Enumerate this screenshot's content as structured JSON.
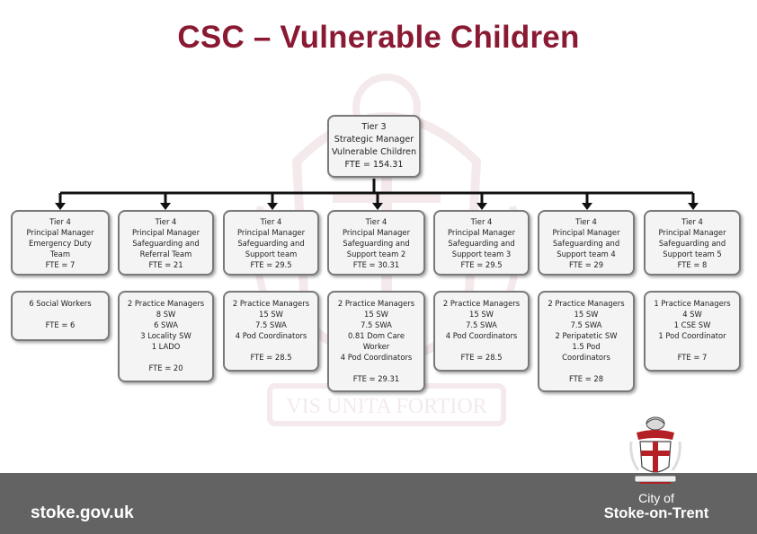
{
  "title": "CSC – Vulnerable Children",
  "tier3": {
    "lines": [
      "Tier 3",
      "Strategic Manager",
      "Vulnerable Children",
      "FTE = 154.31"
    ]
  },
  "teams": [
    {
      "lines": [
        "Tier 4",
        "Principal Manager",
        "Emergency Duty",
        "Team",
        "FTE = 7"
      ],
      "staff": [
        "6 Social Workers"
      ],
      "fte": "FTE = 6"
    },
    {
      "lines": [
        "Tier 4",
        "Principal Manager",
        "Safeguarding and",
        "Referral Team",
        "FTE = 21"
      ],
      "staff": [
        "2 Practice Managers",
        "8 SW",
        "6 SWA",
        "3 Locality SW",
        "1 LADO"
      ],
      "fte": "FTE = 20"
    },
    {
      "lines": [
        "Tier 4",
        "Principal Manager",
        "Safeguarding and",
        "Support team",
        "FTE = 29.5"
      ],
      "staff": [
        "2 Practice Managers",
        "15 SW",
        "7.5 SWA",
        "4 Pod Coordinators"
      ],
      "fte": "FTE = 28.5"
    },
    {
      "lines": [
        "Tier 4",
        "Principal Manager",
        "Safeguarding and",
        "Support team 2",
        "FTE = 30.31"
      ],
      "staff": [
        "2 Practice Managers",
        "15 SW",
        "7.5 SWA",
        "0.81 Dom Care",
        "Worker",
        "4 Pod Coordinators"
      ],
      "fte": "FTE = 29.31"
    },
    {
      "lines": [
        "Tier 4",
        "Principal Manager",
        "Safeguarding and",
        "Support team 3",
        "FTE = 29.5"
      ],
      "staff": [
        "2 Practice Managers",
        "15 SW",
        "7.5 SWA",
        "4 Pod Coordinators"
      ],
      "fte": "FTE = 28.5"
    },
    {
      "lines": [
        "Tier 4",
        "Principal Manager",
        "Safeguarding and",
        "Support team 4",
        "FTE = 29"
      ],
      "staff": [
        "2 Practice Managers",
        "15 SW",
        "7.5 SWA",
        "2 Peripatetic SW",
        "1.5 Pod",
        "Coordinators"
      ],
      "fte": "FTE = 28"
    },
    {
      "lines": [
        "Tier 4",
        "Principal Manager",
        "Safeguarding and",
        "Support team 5",
        "FTE = 8"
      ],
      "staff": [
        "1 Practice Managers",
        "4 SW",
        "1 CSE SW",
        "1 Pod Coordinator"
      ],
      "fte": "FTE = 7"
    }
  ],
  "watermark_motto": "VIS UNITA FORTIOR",
  "footer": {
    "url": "stoke.gov.uk",
    "city_of": "City of",
    "city_name": "Stoke-on-Trent"
  },
  "colors": {
    "title": "#8a1a33",
    "footer_bg": "#636363",
    "box_border": "#7a7a7a",
    "box_fill": "#f4f4f4"
  }
}
